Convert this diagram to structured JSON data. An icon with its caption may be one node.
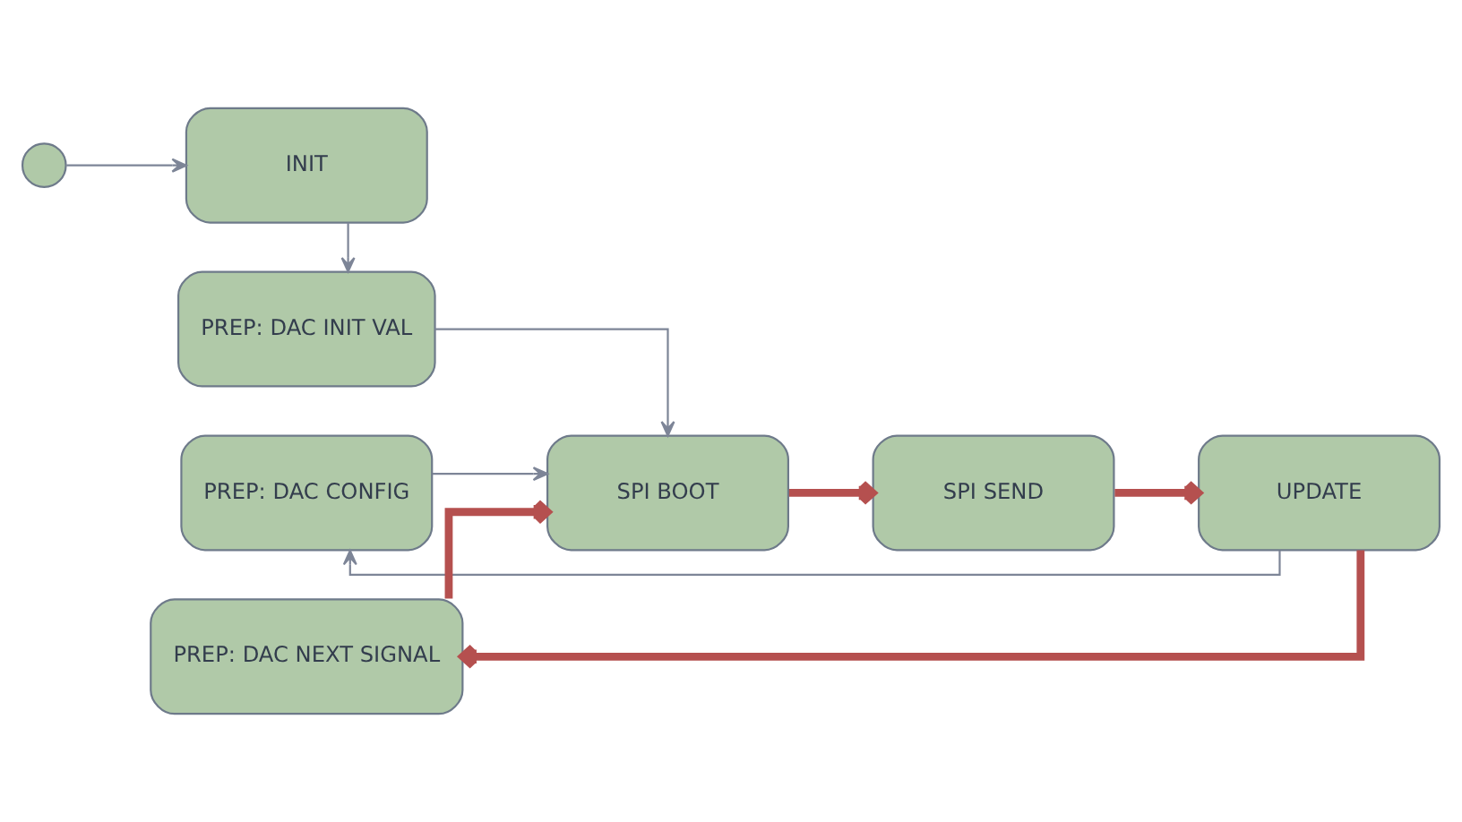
{
  "diagram": {
    "nodes": [
      {
        "text": [],
        "shape": "circle"
      },
      {
        "text": [
          "INIT"
        ]
      },
      {
        "text": [
          "PREP: DAC INIT VAL"
        ]
      },
      {
        "text": [
          "SPI BOOT"
        ]
      },
      {
        "text": [
          "SPI SEND"
        ]
      },
      {
        "text": [
          "UPDATE"
        ]
      },
      {
        "text": [
          "PREP: DAC CONFIG"
        ]
      },
      {
        "text": [
          "PREP: DAC NEXT SIGNAL"
        ]
      }
    ],
    "edges": [
      {
        "from": 0,
        "to": 1,
        "arrow": "to"
      },
      {
        "from": 1,
        "to": 2,
        "arrow": "to"
      },
      {
        "from": 2,
        "to": 3,
        "arrow": "to"
      },
      {
        "from": 6,
        "to": 3,
        "arrow": "to"
      },
      {
        "from": 7,
        "to": 3,
        "arrow": "to",
        "style": "thick",
        "color": "#b5504f"
      },
      {
        "from": 3,
        "to": 4,
        "arrow": "to",
        "style": "thick",
        "color": "#b5504f"
      },
      {
        "from": 4,
        "to": 5,
        "arrow": "to",
        "style": "thick",
        "color": "#b5504f"
      },
      {
        "from": 5,
        "to": 7,
        "arrow": "to",
        "style": "thick",
        "color": "#b5504f"
      },
      {
        "from": 5,
        "to": 6,
        "arrow": "to"
      }
    ]
  }
}
